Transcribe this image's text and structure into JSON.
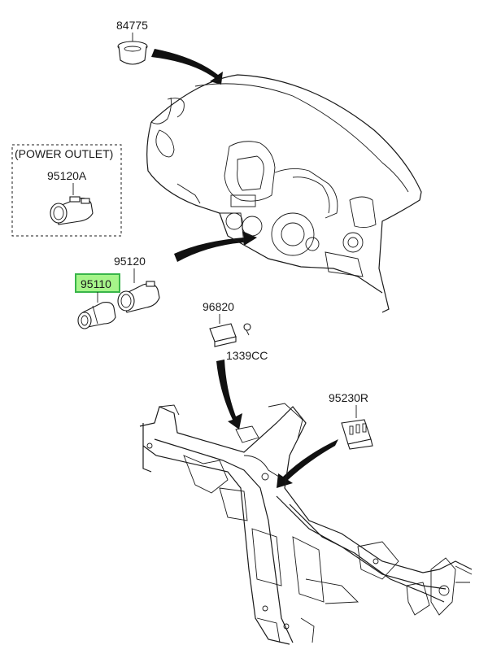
{
  "labels": {
    "p84775": "84775",
    "power_outlet": "(POWER OUTLET)",
    "p95120A": "95120A",
    "p95120": "95120",
    "p95110": "95110",
    "p96820": "96820",
    "p1339CC": "1339CC",
    "p95230R": "95230R"
  },
  "colors": {
    "highlight_fill": "#a6f58a",
    "highlight_border": "#39b54a",
    "line": "#1a1a1a"
  }
}
